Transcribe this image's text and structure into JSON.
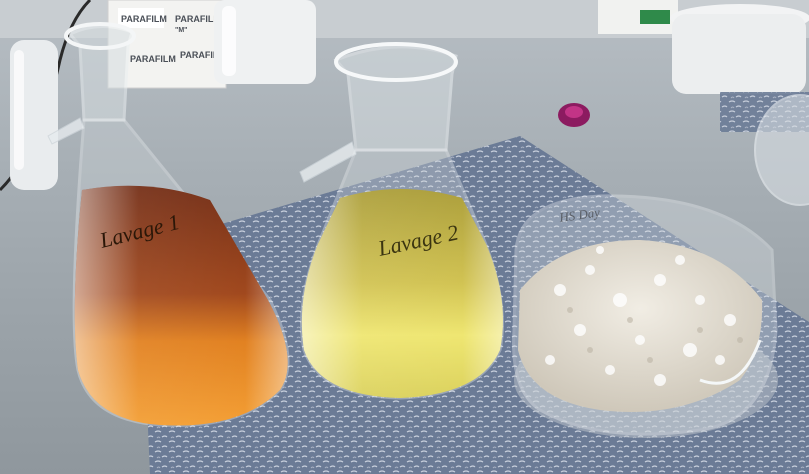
{
  "labels": {
    "box_brand_1": "PARAFILM",
    "box_brand_2": "PARAFILM",
    "box_brand_3": "PARAFILM",
    "box_brand_4": "PARAFILM",
    "box_mark": "\"M\"",
    "flask_1_label": "Lavage 1",
    "flask_2_label": "Lavage 2",
    "dish_label": "HS Day"
  },
  "colors": {
    "bench": "#a3abb1",
    "cloth": "#6f7f9a",
    "liquid_1_top": "#7a2f10",
    "liquid_1_bottom": "#e8861a",
    "liquid_2_top": "#b7a93c",
    "liquid_2_bottom": "#efe66a",
    "cap": "#9b1e6a",
    "powder": "#e6e1d6"
  }
}
